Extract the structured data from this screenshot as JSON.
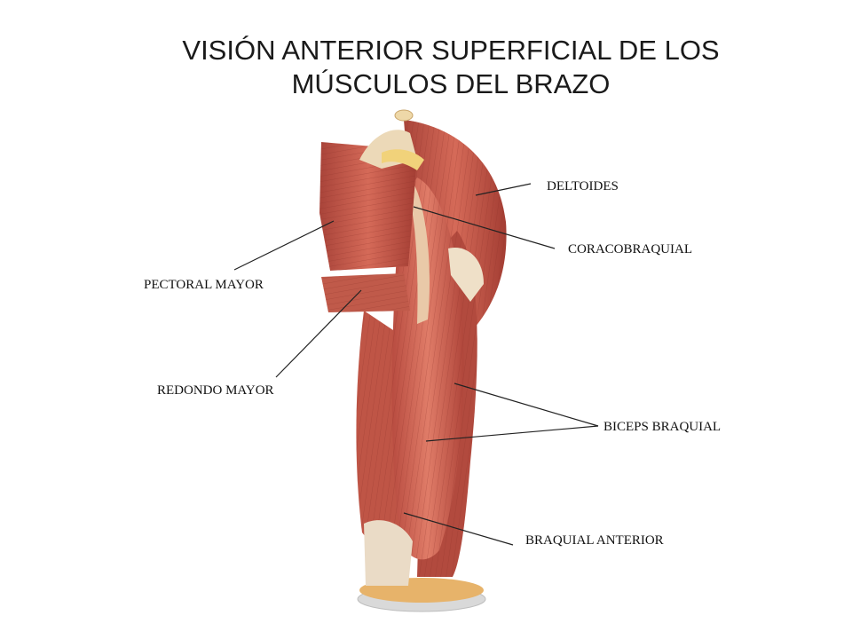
{
  "title": {
    "line1": "VISIÓN ANTERIOR SUPERFICIAL DE LOS",
    "line2": "MÚSCULOS DEL BRAZO"
  },
  "labels": {
    "deltoides": "DELTOIDES",
    "coracobraquial": "CORACOBRAQUIAL",
    "pectoral_mayor": "PECTORAL MAYOR",
    "redondo_mayor": "REDONDO MAYOR",
    "biceps_braquial": "BICEPS BRAQUIAL",
    "braquial_anterior": "BRAQUIAL ANTERIOR"
  },
  "colors": {
    "muscle": "#c8574a",
    "muscle_dark": "#9c3a30",
    "tendon": "#eedcc4",
    "bone": "#f0e6d0"
  }
}
